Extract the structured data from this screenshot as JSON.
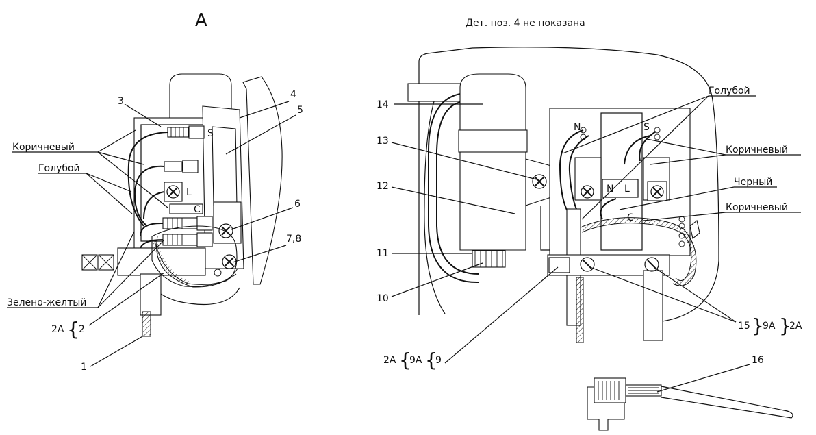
{
  "view_letter": "А",
  "note": "Дет. поз. 4 не показана",
  "colors": {
    "ink": "#111111",
    "paper": "#ffffff"
  },
  "left": {
    "callouts": [
      "1",
      "2",
      "3",
      "4",
      "5",
      "6",
      "7,8"
    ],
    "group_2": {
      "prefix": "2А",
      "value": "2"
    },
    "wires": {
      "brown": "Коричневый",
      "blue": "Голубой",
      "green_yellow": "Зелено-желтый"
    },
    "terminals": {
      "s": "S",
      "l": "L",
      "c": "C"
    }
  },
  "right": {
    "callouts": [
      "9",
      "10",
      "11",
      "12",
      "13",
      "14",
      "15",
      "16"
    ],
    "group_9": {
      "p1": "2А",
      "p2": "9А",
      "value": "9"
    },
    "group_15": {
      "value": "15",
      "mid": "9А",
      "suffix": "2А"
    },
    "wires": {
      "blue": "Голубой",
      "brown_top": "Коричневый",
      "black": "Черный",
      "brown_bottom": "Коричневый"
    },
    "terminals": {
      "n_top": "N",
      "s_top": "S",
      "n": "N",
      "l": "L",
      "c": "C"
    }
  }
}
